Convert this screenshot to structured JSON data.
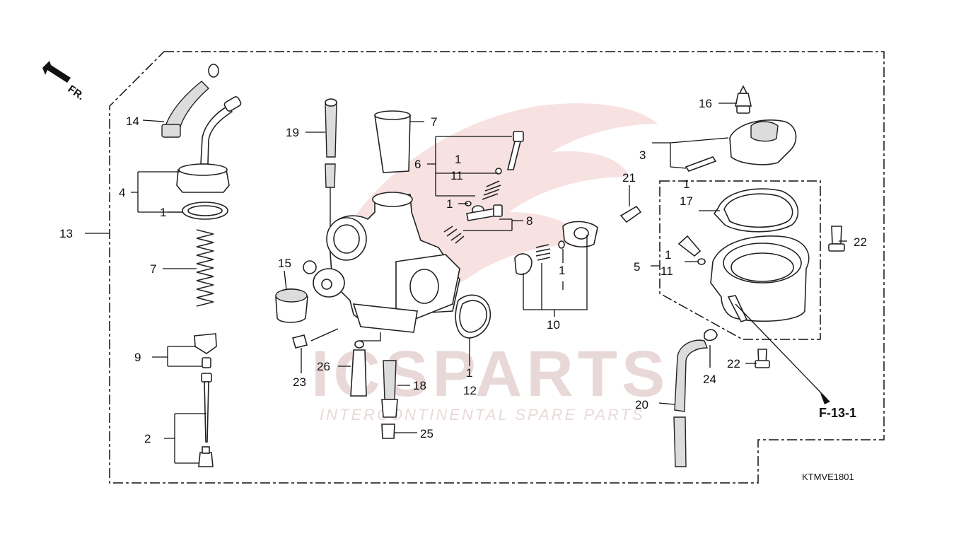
{
  "diagram": {
    "diagram_code": "KTMVE1801",
    "reference": "F-13-1",
    "direction_label": "FR.",
    "watermark": {
      "brand": "ICSPARTS",
      "tagline": "INTERCONTINENTAL SPARE PARTS"
    },
    "callouts": {
      "c1a": "1",
      "c1b": "1",
      "c1c": "1",
      "c1d": "1",
      "c1e": "1",
      "c1f": "1",
      "c1g": "1",
      "c2": "2",
      "c3": "3",
      "c4": "4",
      "c5": "5",
      "c6": "6",
      "c7a": "7",
      "c7b": "7",
      "c8": "8",
      "c9": "9",
      "c10": "10",
      "c11a": "11",
      "c11b": "11",
      "c12": "12",
      "c13": "13",
      "c14": "14",
      "c15": "15",
      "c16": "16",
      "c17": "17",
      "c18": "18",
      "c19": "19",
      "c20": "20",
      "c21": "21",
      "c22a": "22",
      "c22b": "22",
      "c23": "23",
      "c24": "24",
      "c25": "25",
      "c26": "26"
    }
  }
}
